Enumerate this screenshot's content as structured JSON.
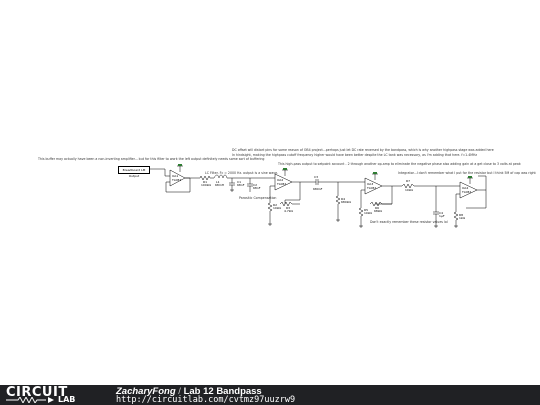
{
  "notes": {
    "buffer_note": "This buffer may actually have been a non-inverting amplifier... but for this filter to work the left output definitely needs some sort of buffering",
    "dc_offset_note": "DC offset will distort pins for some reason of OB4 project...perhaps just let DC rate reversed by the bandpass, which is why another highpass stage was added here",
    "hindsight_note": "In hindsight, making the highpass cutoff frequency higher would have been better despite the LC tank was necessary, as I'm adding that here. f=1.4MHz",
    "lc_filter_note": "LC Filter. Fc = 2000 Hz. output is a sine wave.",
    "highpass_note": "This high-pass output to setpoint account - 2 through another op-amp to eliminate the negative phase also adding gain at a get close to 3 volts at peak",
    "integrator_note": "Integrator...I don't remember what I put for the resistor but I think 5M of cap was right",
    "tradeoff_note": "Don't exactly remember these resistor values lol",
    "parasitic_note": "Parasitic Compensation"
  },
  "input_label": "Breadboard LM Output",
  "opamps": [
    {
      "name": "OA1",
      "part": "TL082"
    },
    {
      "name": "OA2",
      "part": "TL082"
    },
    {
      "name": "OA3",
      "part": "TL082"
    },
    {
      "name": "OA4",
      "part": "TL082"
    }
  ],
  "components": {
    "r1": "R1",
    "r1v": "100kΩ",
    "l1": "L1",
    "l1v": "68mH",
    "c1": "C1",
    "c1v": "68nF",
    "c2": "C2",
    "c2v": "68nF",
    "r2": "R2",
    "r2v": "10kΩ",
    "r3": "R3",
    "r3v": "4.7kΩ",
    "c3": "C3",
    "c3v": "680nF",
    "r4": "R4",
    "r4v": "680kΩ",
    "r5": "R5",
    "r5v": "10kΩ",
    "r6": "R6",
    "r6v": "68kΩ",
    "r7": "R7",
    "r7v": "10kΩ",
    "c4": "C4",
    "c4v": "1μF",
    "r8": "R8",
    "r8v": "1kΩ"
  },
  "footer": {
    "logo_top": "CIRCUIT",
    "logo_bottom": "LAB",
    "author": "ZacharyFong",
    "separator": "/",
    "title": "Lab 12 Bandpass",
    "url": "http://circuitlab.com/cvtmz97uuzrw9"
  },
  "colors": {
    "footer_bg": "#202124",
    "wire": "#000000",
    "opamp_fill": "#ffffff",
    "accent_green": "#2e7d32"
  }
}
